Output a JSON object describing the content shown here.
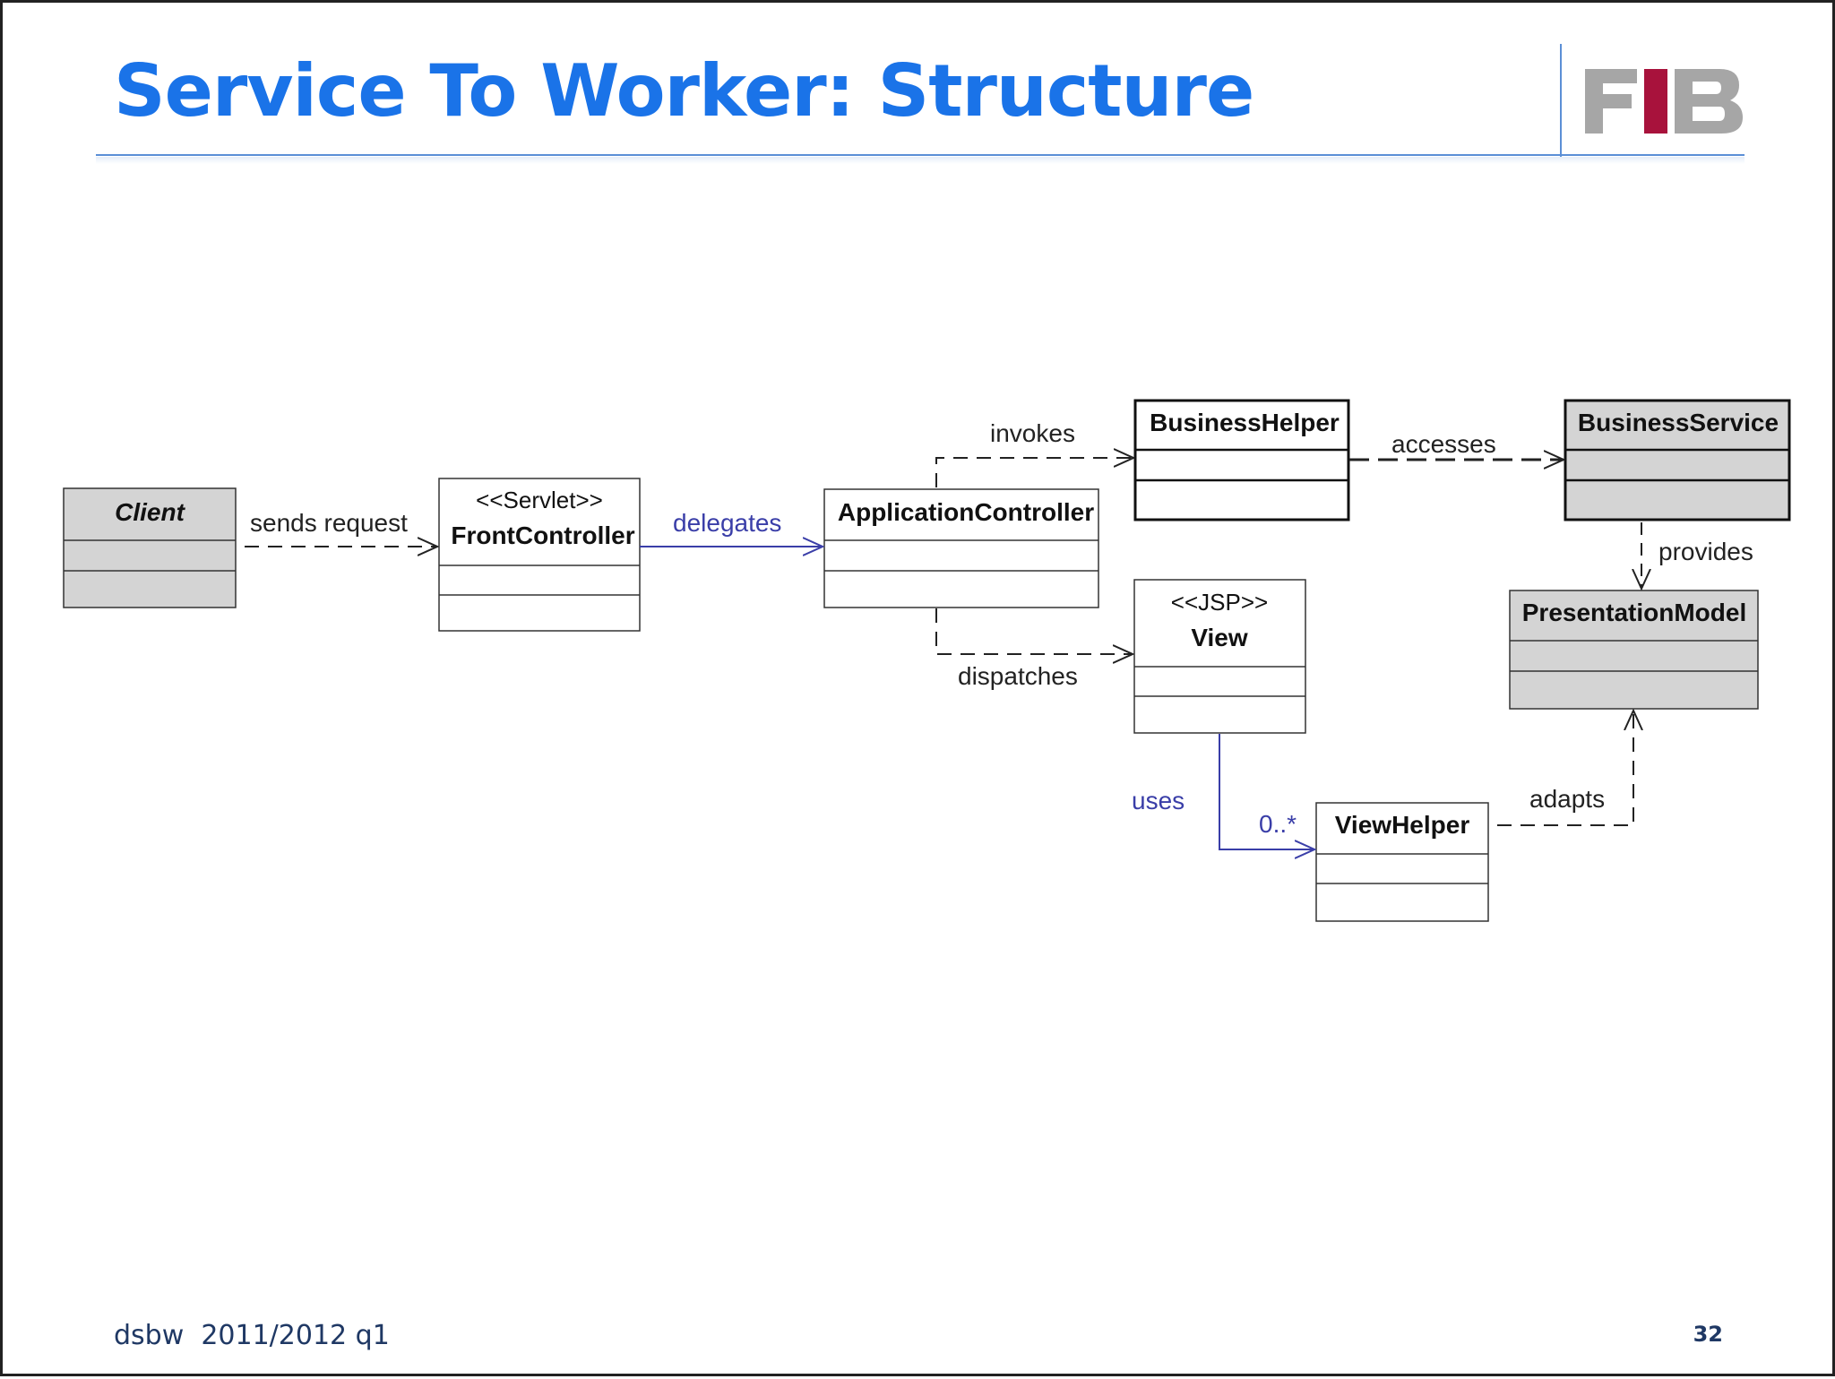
{
  "slide": {
    "title": "Service To Worker: Structure",
    "footer_left": "dsbw  2011/2012 q1",
    "page_number": "32"
  },
  "logo": {
    "text": "FIB"
  },
  "colors": {
    "title": "#1a73e8",
    "rule": "#5b8fd6",
    "class_shaded": "#d4d4d4",
    "association_blue": "#3a3ea8",
    "logo_gray": "#a6a6a6",
    "logo_red": "#a8123c"
  },
  "diagram": {
    "classes": {
      "client": {
        "name": "Client"
      },
      "front_controller": {
        "stereotype": "<<Servlet>>",
        "name": "FrontController"
      },
      "application_controller": {
        "name": "ApplicationController"
      },
      "business_helper": {
        "name": "BusinessHelper"
      },
      "business_service": {
        "name": "BusinessService"
      },
      "view": {
        "stereotype": "<<JSP>>",
        "name": "View"
      },
      "presentation_model": {
        "name": "PresentationModel"
      },
      "view_helper": {
        "name": "ViewHelper"
      }
    },
    "relations": {
      "sends_request": "sends request",
      "delegates": "delegates",
      "invokes": "invokes",
      "dispatches": "dispatches",
      "accesses": "accesses",
      "provides": "provides",
      "uses": "uses",
      "uses_multiplicity": "0..*",
      "adapts": "adapts"
    }
  }
}
